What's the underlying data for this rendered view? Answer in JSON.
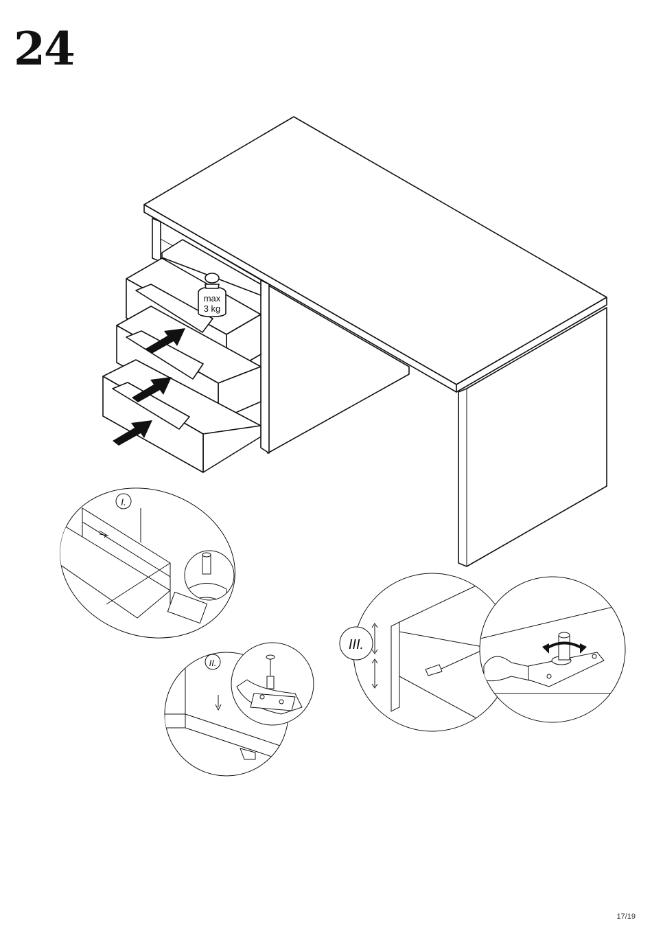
{
  "step": {
    "number": "24"
  },
  "weight_limit": {
    "line1": "max",
    "line2": "3 kg"
  },
  "detail_labels": [
    "I.",
    "II.",
    "III."
  ],
  "page": {
    "label": "17/19"
  }
}
